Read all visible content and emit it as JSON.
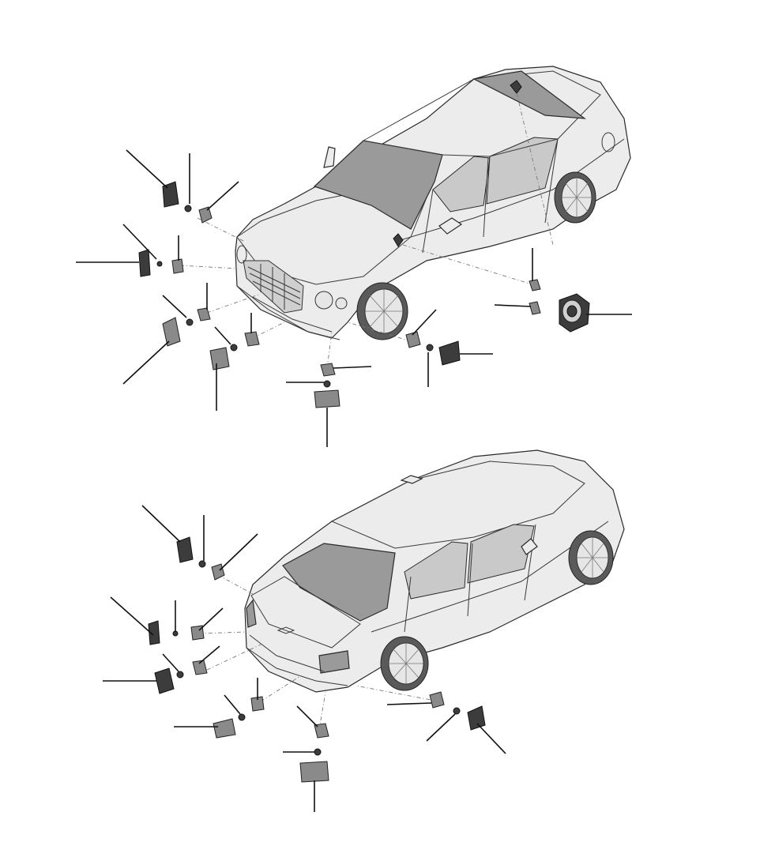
{
  "diagram": {
    "views": [
      {
        "id": "front",
        "description_name": "front-three-quarter-view"
      },
      {
        "id": "rear",
        "description_name": "rear-three-quarter-view"
      }
    ]
  },
  "colors": {
    "outline": "#2a2a2a",
    "body": "#ececec",
    "glass": "#9a9a9a",
    "leader": "#111111",
    "part": "#3c3c3c"
  }
}
